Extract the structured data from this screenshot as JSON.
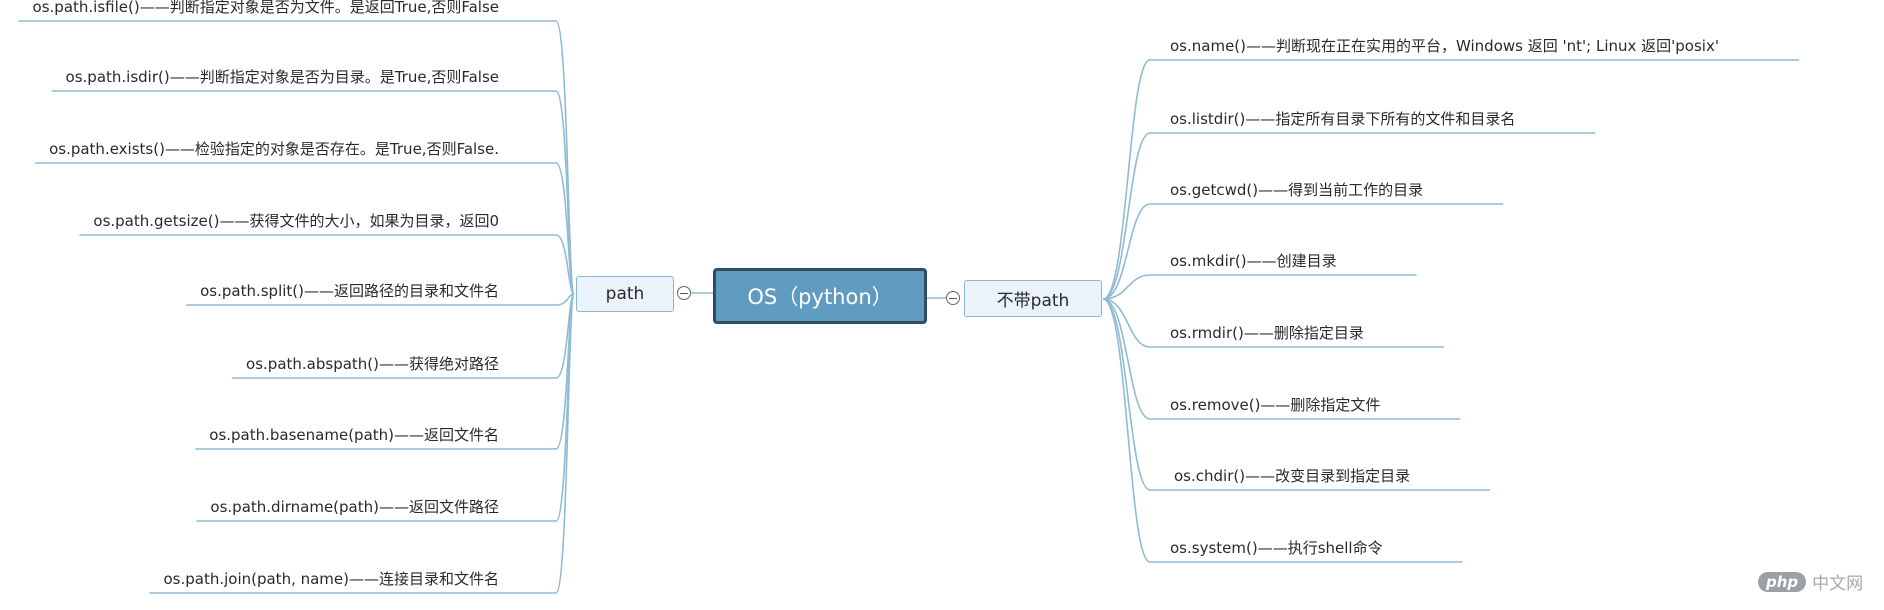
{
  "center": {
    "label": "OS（python）"
  },
  "branches": {
    "left": {
      "label": "path"
    },
    "right": {
      "label": "不带path"
    }
  },
  "left_items": [
    "os.path.isfile()——判断指定对象是否为文件。是返回True,否则False",
    "os.path.isdir()——判断指定对象是否为目录。是True,否则False",
    "os.path.exists()——检验指定的对象是否存在。是True,否则False.",
    "os.path.getsize()——获得文件的大小，如果为目录，返回0",
    "os.path.split()——返回路径的目录和文件名",
    "os.path.abspath()——获得绝对路径",
    "os.path.basename(path)——返回文件名",
    "os.path.dirname(path)——返回文件路径",
    "os.path.join(path, name)——连接目录和文件名"
  ],
  "right_items": [
    "os.name()——判断现在正在实用的平台，Windows 返回 'nt'; Linux 返回'posix'",
    "os.listdir()——指定所有目录下所有的文件和目录名",
    "os.getcwd()——得到当前工作的目录",
    "os.mkdir()——创建目录",
    "os.rmdir()——删除指定目录",
    "os.remove()——删除指定文件",
    "os.chdir()——改变目录到指定目录",
    "os.system()——执行shell命令"
  ],
  "watermark": {
    "badge": "php",
    "text": "中文网"
  },
  "colors": {
    "center_fill": "#5f9cc0",
    "center_border": "#2f4d5e",
    "branch_fill": "#eaf3f9",
    "branch_border": "#8ab6cf",
    "connector": "#8fbcd3"
  }
}
